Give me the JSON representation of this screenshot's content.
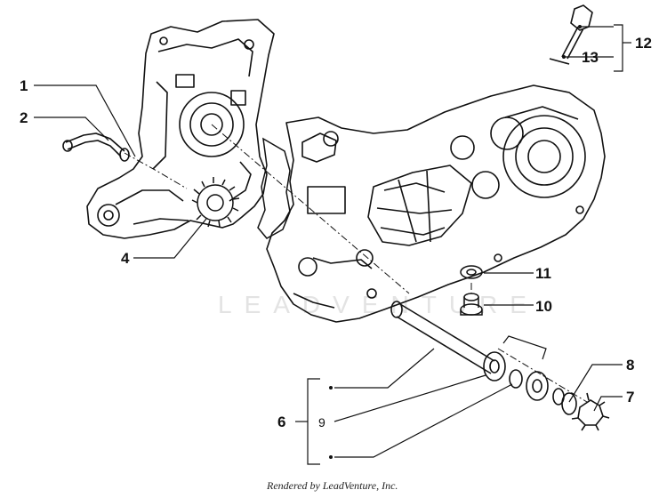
{
  "callouts": {
    "c1": "1",
    "c2": "2",
    "c4": "4",
    "c6": "6",
    "c7": "7",
    "c8": "8",
    "c9": "9",
    "c10": "10",
    "c11": "11",
    "c12": "12",
    "c13": "13"
  },
  "watermark": "LEADVENTURE",
  "credit": "Rendered by LeadVenture, Inc."
}
